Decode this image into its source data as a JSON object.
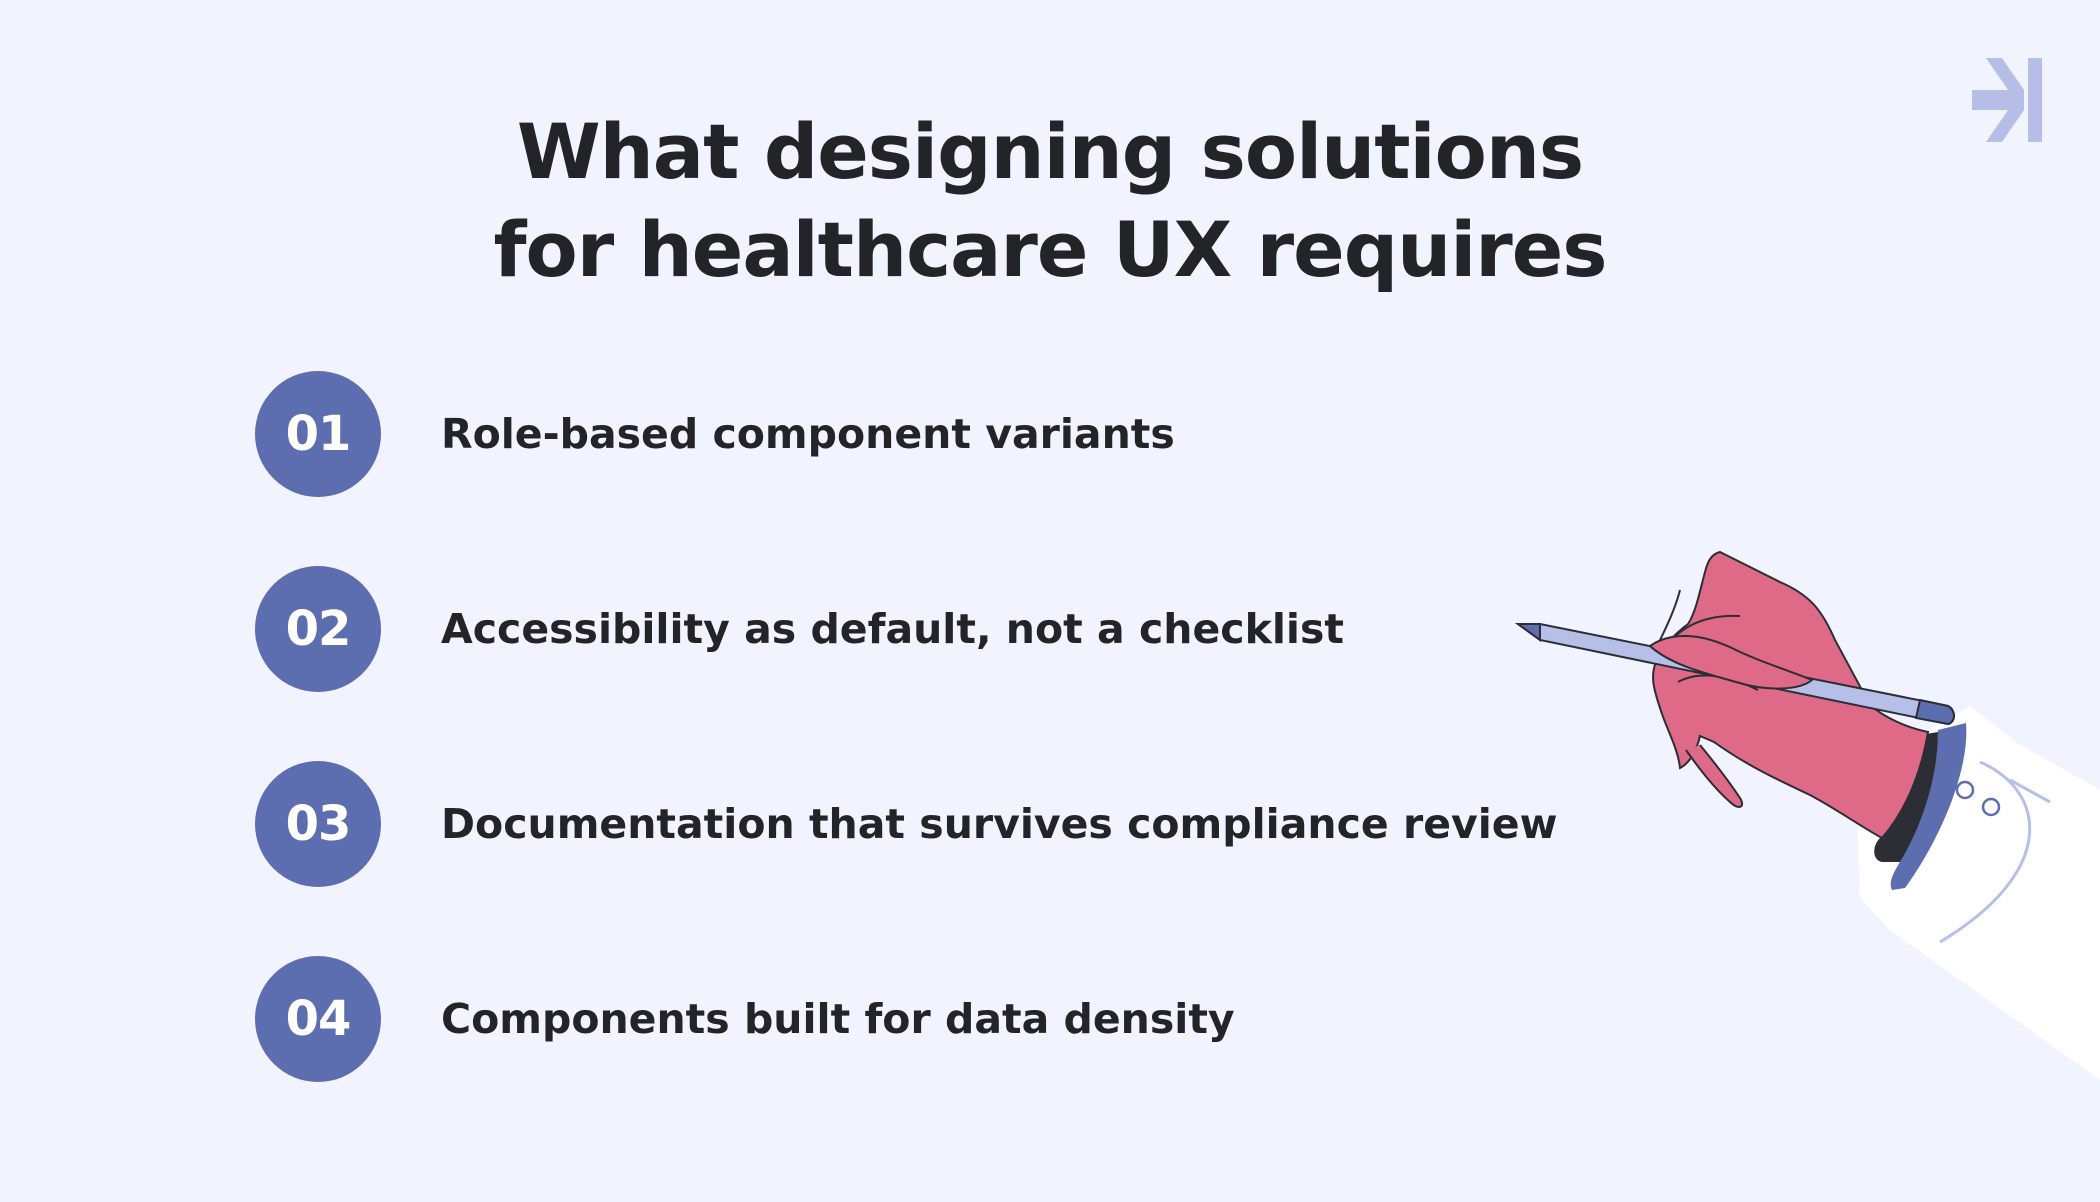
{
  "title": {
    "line1": "What designing solutions",
    "line2": "for healthcare UX requires"
  },
  "items": [
    {
      "number": "01",
      "label": "Role-based component variants"
    },
    {
      "number": "02",
      "label": "Accessibility as default, not a checklist"
    },
    {
      "number": "03",
      "label": "Documentation that survives compliance review"
    },
    {
      "number": "04",
      "label": "Components built for data density"
    }
  ],
  "icons": {
    "logo": "arrow-right-to-bar-icon",
    "illustration": "hand-holding-pen-icon"
  },
  "colors": {
    "background": "#f1f4fe",
    "text": "#222428",
    "badge": "#5c6db0",
    "logo": "#b6bde6",
    "hand": "#de6a87",
    "pen": "#b6bfe8",
    "cuff": "#5c6db0"
  }
}
